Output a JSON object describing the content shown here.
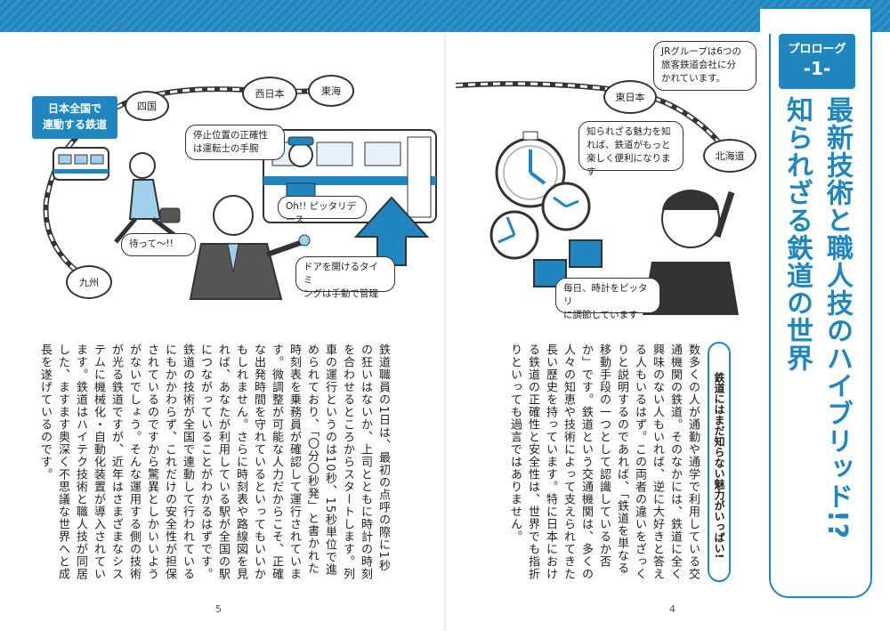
{
  "illustration": {
    "tag": [
      "日本全国で",
      "連動する鉄道"
    ],
    "stations": {
      "shikoku": "四国",
      "nishinihon": "西日本",
      "tokai": "東海",
      "kyushu": "九州",
      "higashinihon": "東日本",
      "hokkaido": "北海道"
    },
    "bubbles": {
      "stop_position": [
        "停止位置の正確性",
        "は運転士の手腕"
      ],
      "wait": "待って～!!",
      "ok": "Oh!! ピッタリデース",
      "door": [
        "ドアを開けるタイミ",
        "ングは手動で管理"
      ],
      "jr_group": [
        "JRグループは6つの",
        "旅客鉄道会社に分",
        "かれています。"
      ],
      "charm": [
        "知られざる魅力を知",
        "れば、鉄道がもっと",
        "楽しく便利になります"
      ],
      "clock": [
        "毎日、時計をピッタリ",
        "に調節しています"
      ]
    }
  },
  "title_panel": {
    "prologue_label": "プロローグ",
    "prologue_number": "-1-",
    "title_line1": "最新技術と職人技のハイブリッド!?",
    "title_line2": "知られざる鉄道の世界"
  },
  "subheading": "鉄道にはまだ知らない魅力がいっぱい!",
  "body_right": "数多くの人が通勤や通学で利用している交通機関の鉄道。そのなかには、鉄道に全く興味のない人もいれば、逆に大好きと答える人もいるはず。この両者の違いをざっくりと説明するのであれば、「鉄道を単なる移動手段の一つとして認識しているか否か」です。鉄道という交通機関は、多くの人々の知恵や技術によって支えられてきた長い歴史を持っています。特に日本における鉄道の正確性と安全性は、世界でも指折りといっても過言ではありません。",
  "body_left": "鉄道職員の1日は、最初の点呼の際に1秒の狂いはないか、上司とともに時計の時刻を合わせるところからスタートします。列車の運行というのは10秒、15秒単位で進められており、「〇分〇秒発」と書かれた時刻表を乗務員が確認して運行されています。微調整が可能な人力だからこそ、正確な出発時間を守れているといってもいいかもしれません。さらに時刻表や路線図を見れば、あなたが利用している駅が全国の駅につながっていることがわかるはずです。鉄道の技術が全国で連動して行われているにもかかわらず、これだけの安全性が担保されているのですから驚異としかいいようがないでしょう。そんな運用する側の技術が光る鉄道ですが、近年はさまざまなシステムに機械化・自動化装置が導入されています。鉄道はハイテク技術と職人技が同居した、ますます奥深く不思議な世界へと成長を遂げているのです。",
  "page_numbers": {
    "left": "5",
    "right": "4"
  },
  "colors": {
    "accent": "#1f86c0"
  }
}
